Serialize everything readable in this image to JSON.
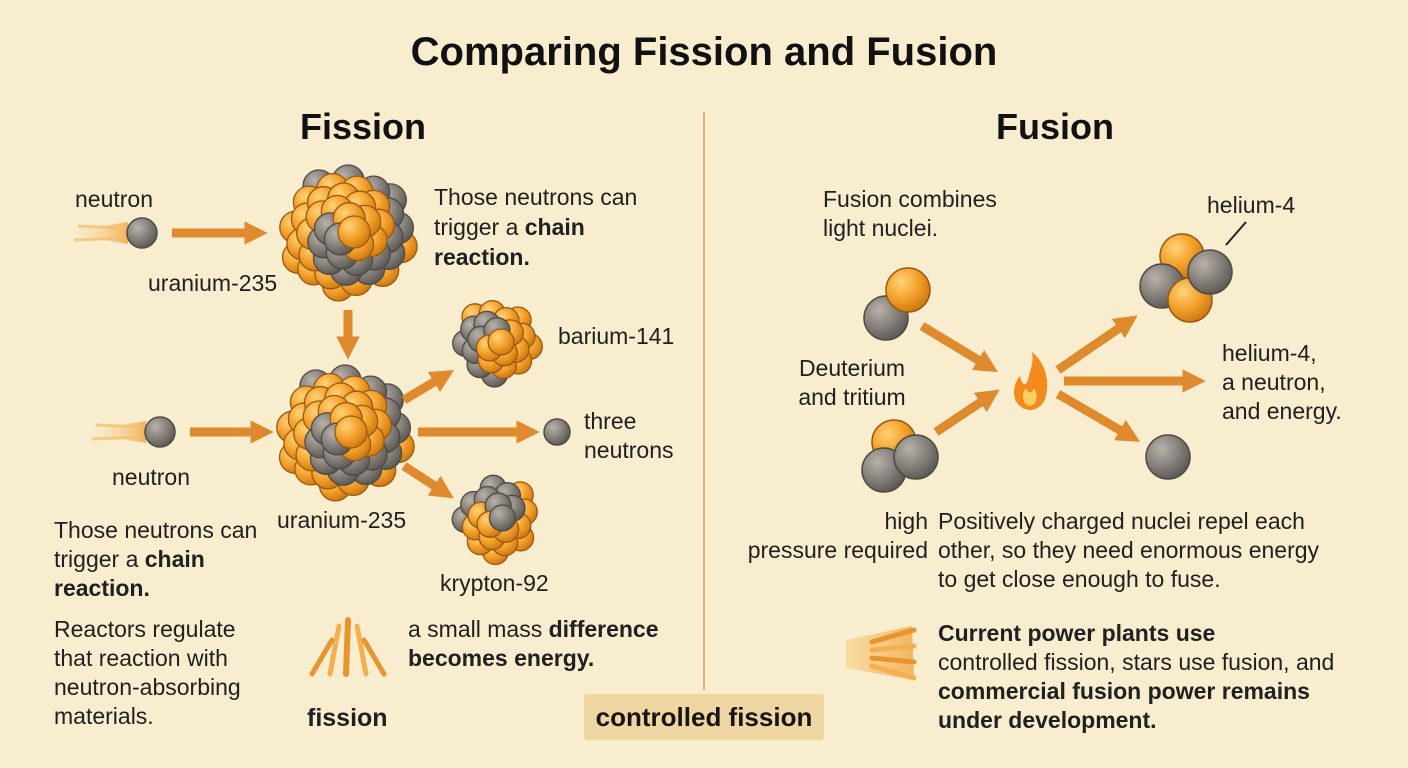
{
  "title": "Comparing Fission and Fusion",
  "fission": {
    "heading": "Fission",
    "neutron_top": "neutron",
    "uranium_top": "uranium-235",
    "chain_top": {
      "pre": "Those neutrons can\ntrigger a ",
      "bold": "chain\nreaction."
    },
    "barium": "barium-141",
    "three_neutrons": "three\nneutrons",
    "neutron_bottom": "neutron",
    "uranium_bottom": "uranium-235",
    "krypton": "krypton-92",
    "chain_bottom": {
      "pre": "Those neutrons can\ntrigger a ",
      "bold": "chain\nreaction."
    },
    "reactors_note": "Reactors regulate\nthat reaction with\nneutron-absorbing\nmaterials.",
    "mass_note": {
      "pre": "a small mass ",
      "bold1": "difference",
      "bold2": "becomes energy."
    },
    "fission_label": "fission",
    "controlled_badge": "controlled fission"
  },
  "fusion": {
    "heading": "Fusion",
    "combines_note": "Fusion combines\nlight nuclei.",
    "helium_top": "helium-4",
    "deuterium": "Deuterium\nand tritium",
    "products": "helium-4,\na neutron,\nand energy.",
    "pressure": "high\npressure required",
    "repel_note": "Positively charged nuclei repel each\nother, so they need enormous energy\nto get close enough to fuse.",
    "plants_note": {
      "bold1": "Current power plants use",
      "normal": "controlled fission, stars use fusion, and",
      "bold2": "commercial fusion power remains",
      "bold3": "under development."
    }
  },
  "icons": [
    "neutron-icon",
    "uranium-nucleus-icon",
    "barium-nucleus-icon",
    "krypton-nucleus-icon",
    "deuterium-icon",
    "tritium-icon",
    "helium-nucleus-icon",
    "flame-icon",
    "energy-burst-icon",
    "arrow-icon"
  ],
  "colors": {
    "background": "#f8edcf",
    "proton": "#f4a22c",
    "neutron": "#8a8580",
    "arrow": "#e08a2e",
    "badge": "#efd6a2",
    "divider": "#d9b77c"
  }
}
